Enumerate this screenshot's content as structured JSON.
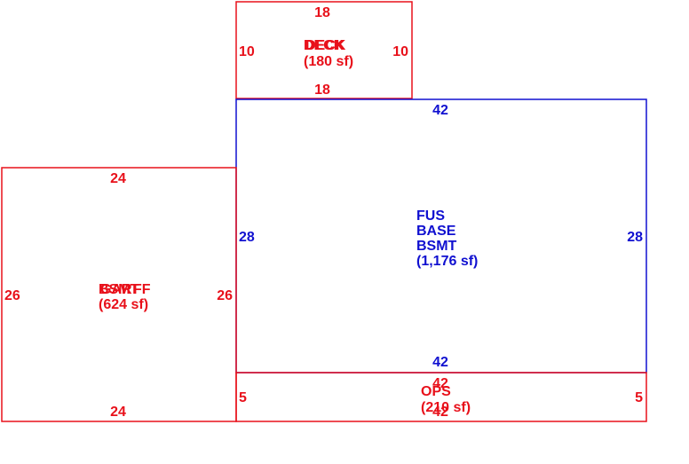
{
  "colors": {
    "red": "#e8101a",
    "blue": "#1010d0"
  },
  "deck": {
    "name_a": "DECK",
    "name_b": "DECK",
    "area": "(180 sf)",
    "top": "18",
    "bottom": "18",
    "left": "10",
    "right": "10"
  },
  "fus": {
    "line1": "FUS",
    "line2": "BASE",
    "line3": "BSMT",
    "area": "(1,176 sf)",
    "top": "42",
    "bottom": "42",
    "left": "28",
    "right": "28"
  },
  "garage": {
    "name_a": "BSMT",
    "name_b": "GAR",
    "name_c": "FF",
    "area": "(624 sf)",
    "top": "24",
    "bottom": "24",
    "left": "26",
    "right": "26"
  },
  "ops": {
    "name": "OPS",
    "area": "(210 sf)",
    "top": "42",
    "bottom": "42",
    "left": "5",
    "right": "5"
  }
}
